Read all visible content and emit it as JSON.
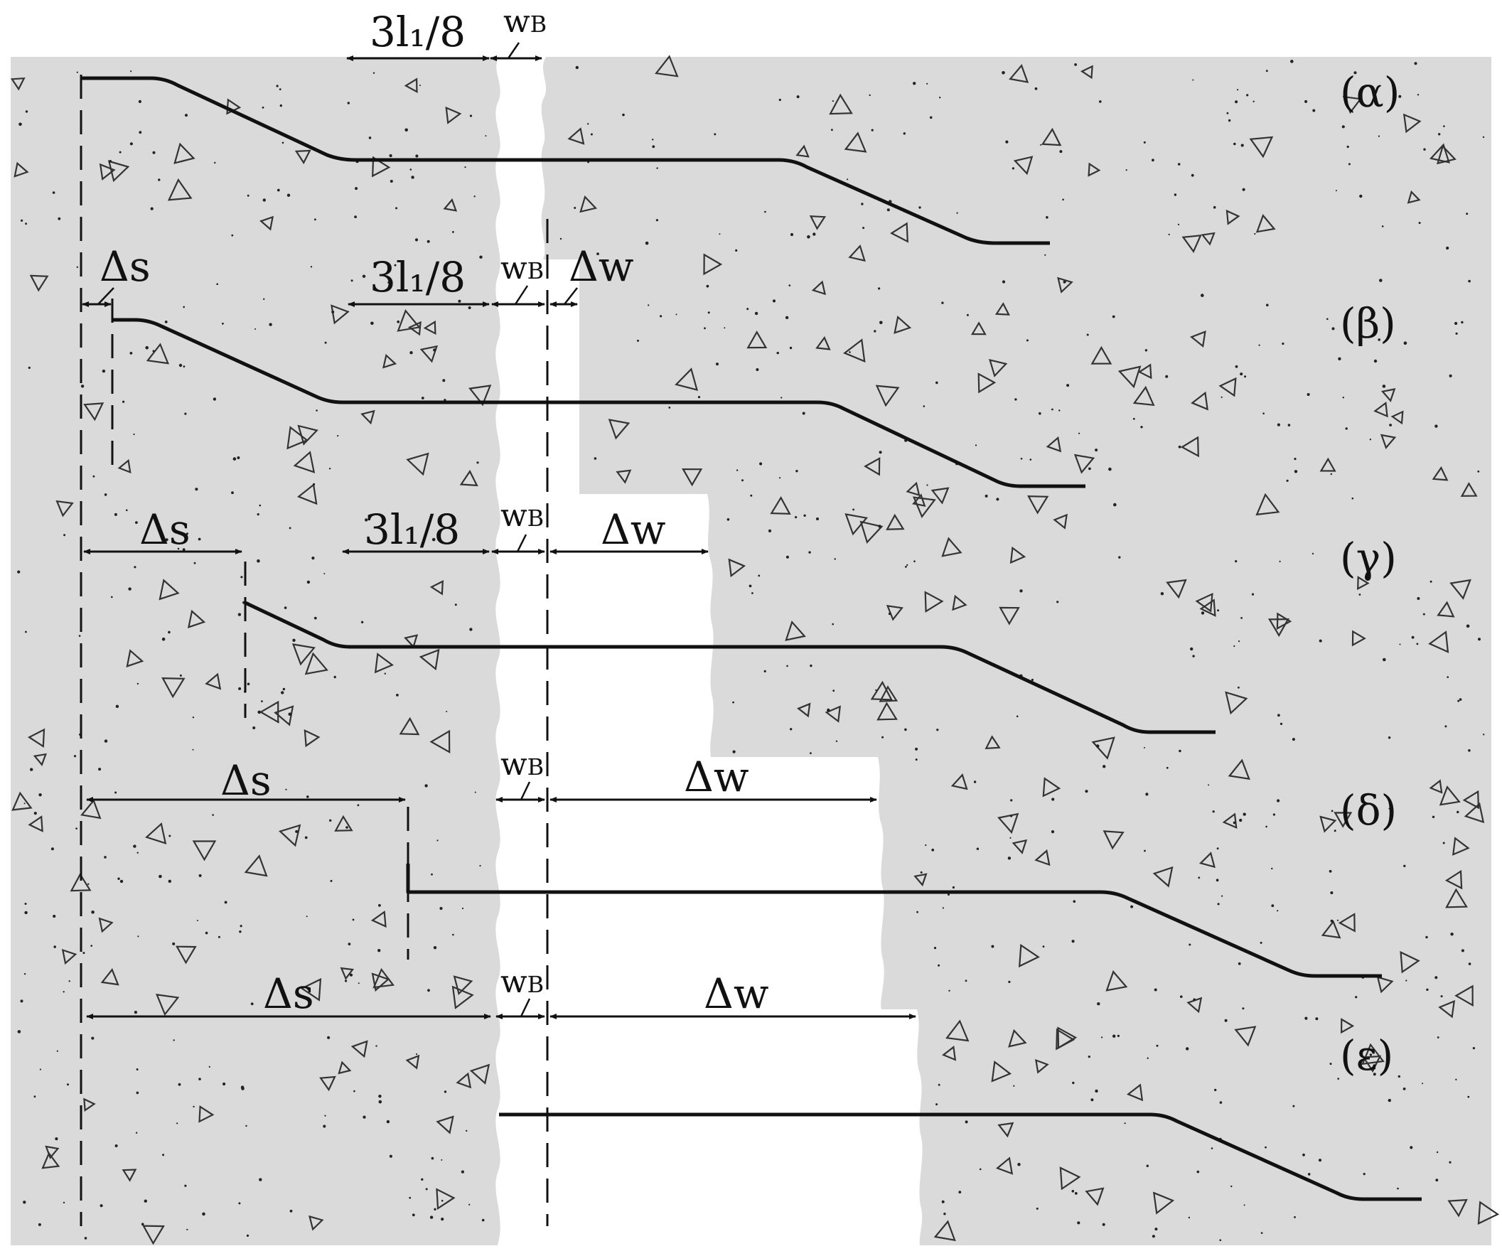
{
  "colors": {
    "concrete": "#dadada",
    "opening": "#ffffff",
    "line": "#111111"
  },
  "labels": {
    "three_l1_over_8": "3l₁/8",
    "wB": "w",
    "wB_sub": "B",
    "delta_s": "Δs",
    "delta_w": "Δw"
  },
  "cases": [
    {
      "id": "alpha",
      "label": "(α)"
    },
    {
      "id": "beta",
      "label": "(β)"
    },
    {
      "id": "gamma",
      "label": "(γ)"
    },
    {
      "id": "delta",
      "label": "(δ)"
    },
    {
      "id": "epsilon",
      "label": "(ε)"
    }
  ]
}
